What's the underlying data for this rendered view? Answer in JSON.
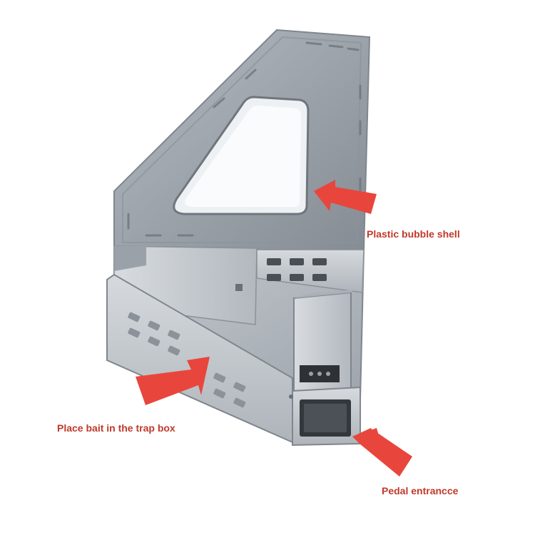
{
  "labels": {
    "shell": "Plastic bubble shell",
    "bait": "Place bait in the trap box",
    "pedal": "Pedal entrancce"
  },
  "colors": {
    "label_text": "#c0392b",
    "arrow": "#e8463c",
    "metal_light": "#c9ced3",
    "metal_mid": "#a7adb3",
    "metal_dark": "#7e858c",
    "window": "#f4f6f8"
  },
  "icons": [
    "arrow-icon"
  ]
}
